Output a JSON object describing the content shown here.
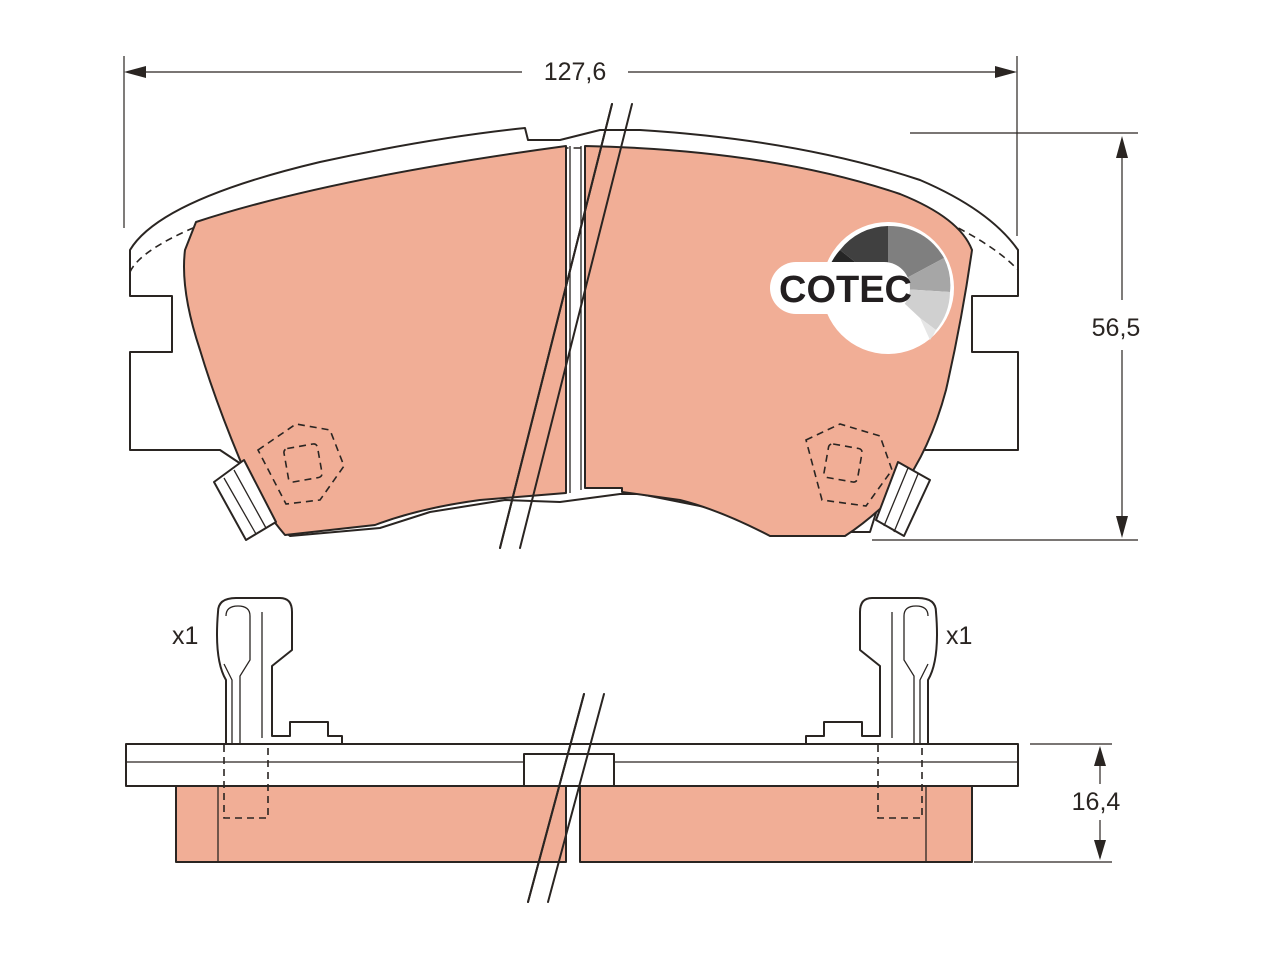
{
  "dimensions": {
    "width": "127,6",
    "height": "56,5",
    "thickness": "16,4"
  },
  "clips": {
    "left_qty": "x1",
    "right_qty": "x1"
  },
  "logo": {
    "text": "COTEC"
  },
  "colors": {
    "friction_material": "#f1ae96",
    "line": "#2a2522",
    "background": "#ffffff"
  }
}
